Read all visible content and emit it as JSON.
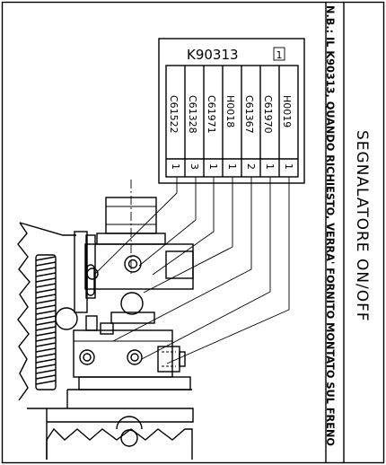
{
  "title": "SEGNALATORE ON/OFF",
  "note": "N.B.: IL K90313, QUANDO RICHIESTO, VERRA' FORNITO MONTATO SUL FRENO",
  "kit": {
    "code": "K90313",
    "index": "1",
    "parts": [
      {
        "code": "C61522",
        "qty": "1"
      },
      {
        "code": "C61328",
        "qty": "3"
      },
      {
        "code": "C61971",
        "qty": "1"
      },
      {
        "code": "H0018",
        "qty": "1"
      },
      {
        "code": "C61367",
        "qty": "2"
      },
      {
        "code": "C61970",
        "qty": "1"
      },
      {
        "code": "H0019",
        "qty": "1"
      }
    ]
  }
}
